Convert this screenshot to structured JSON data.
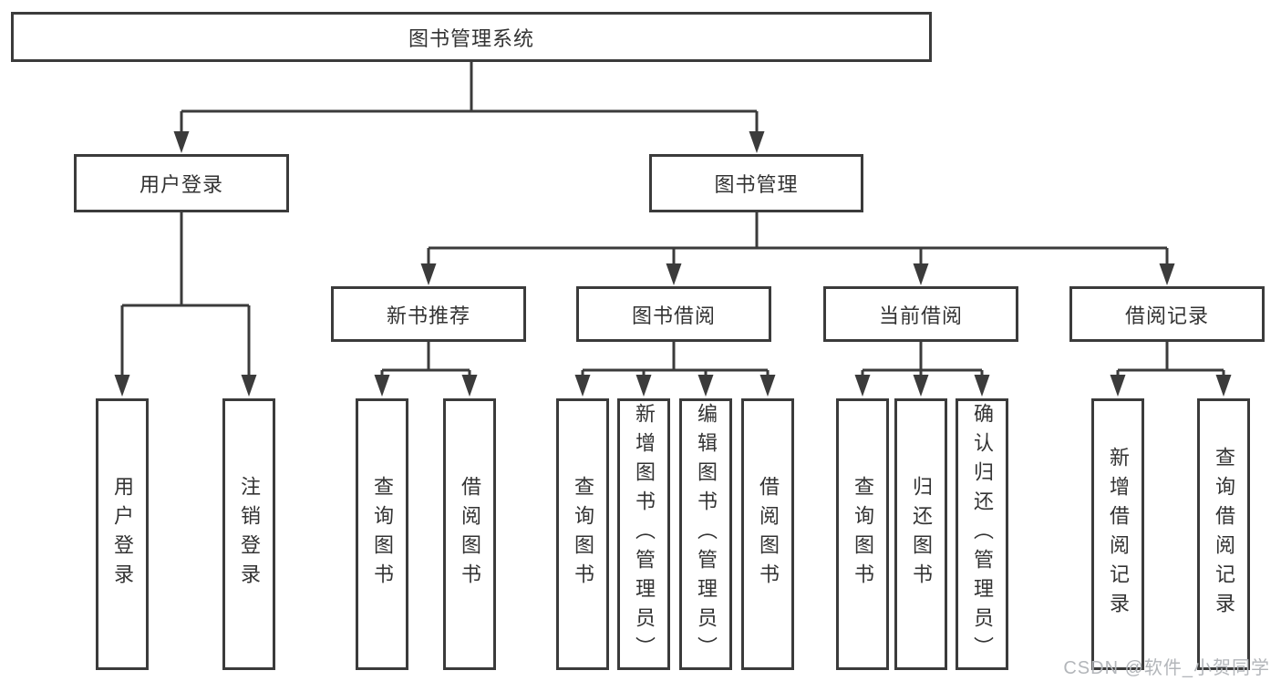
{
  "diagram": {
    "root": "图书管理系统",
    "branches": [
      {
        "label": "用户登录",
        "leaves": [
          "用户登录",
          "注销登录"
        ]
      },
      {
        "label": "图书管理",
        "sections": [
          {
            "label": "新书推荐",
            "leaves": [
              "查询图书",
              "借阅图书"
            ]
          },
          {
            "label": "图书借阅",
            "leaves": [
              "查询图书",
              "新增图书（管理员）",
              "编辑图书（管理员）",
              "借阅图书"
            ]
          },
          {
            "label": "当前借阅",
            "leaves": [
              "查询图书",
              "归还图书",
              "确认归还（管理员）"
            ]
          },
          {
            "label": "借阅记录",
            "leaves": [
              "新增借阅记录",
              "查询借阅记录"
            ]
          }
        ]
      }
    ]
  },
  "watermark": {
    "text": "CSDN @软件_小贺同学"
  },
  "colors": {
    "line": "#3b3b3b",
    "box_border": "#3b3b3b",
    "text": "#333333",
    "background": "#ffffff",
    "watermark": "#b3b6ba"
  }
}
